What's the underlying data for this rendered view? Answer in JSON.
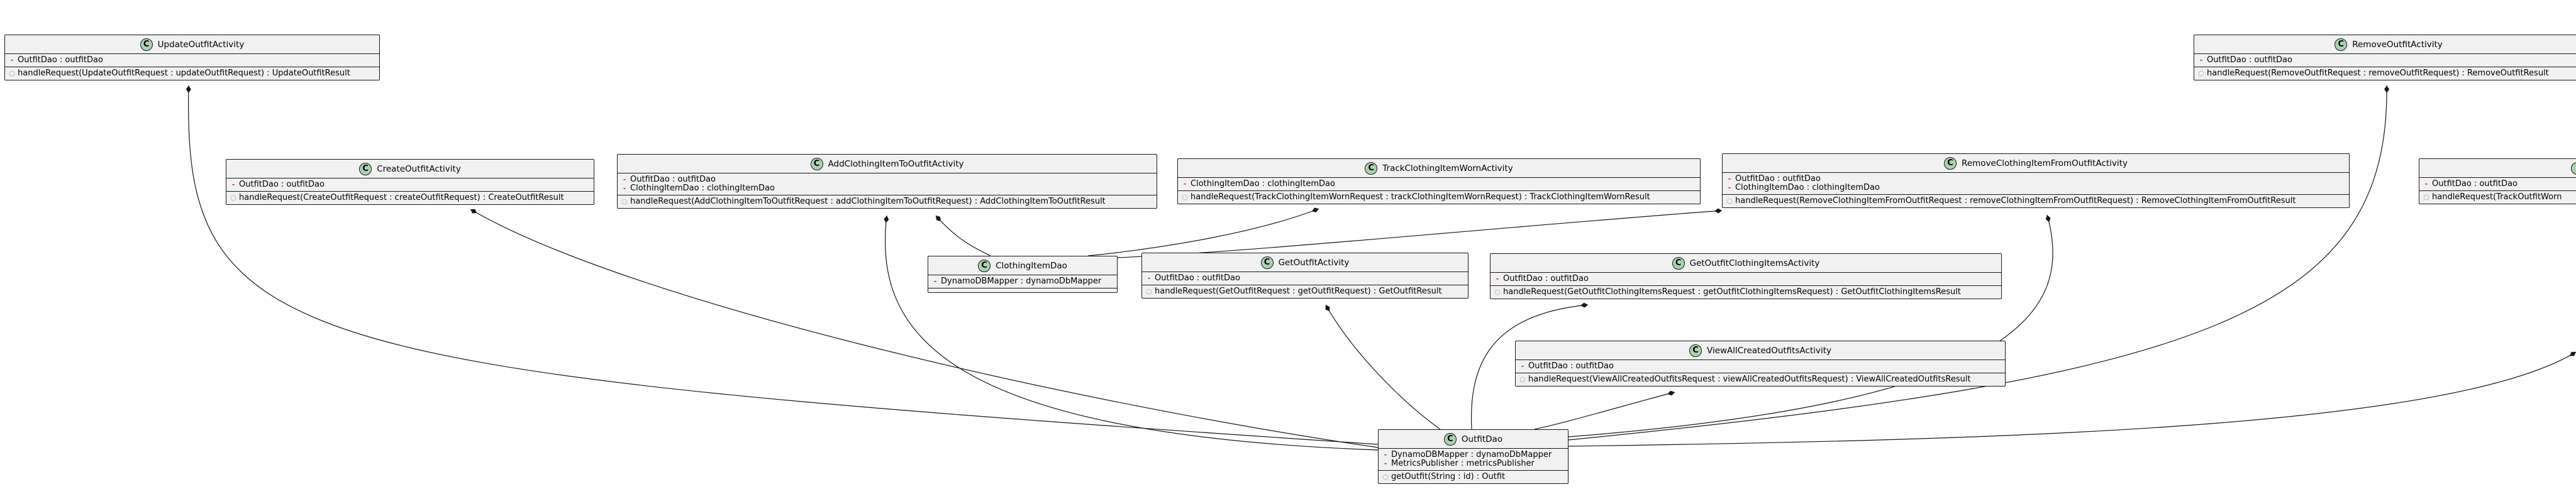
{
  "classes": [
    {
      "id": "update",
      "name": "UpdateOutfitActivity",
      "icon": "C",
      "fields": [
        "OutfitDao : outfitDao"
      ],
      "methods": [
        "handleRequest(UpdateOutfitRequest : updateOutfitRequest) : UpdateOutfitResult"
      ]
    },
    {
      "id": "create",
      "name": "CreateOutfitActivity",
      "icon": "C",
      "fields": [
        "OutfitDao : outfitDao"
      ],
      "methods": [
        "handleRequest(CreateOutfitRequest : createOutfitRequest) : CreateOutfitResult"
      ]
    },
    {
      "id": "add",
      "name": "AddClothingItemToOutfitActivity",
      "icon": "C",
      "fields": [
        "OutfitDao : outfitDao",
        "ClothingItemDao : clothingItemDao"
      ],
      "methods": [
        "handleRequest(AddClothingItemToOutfitRequest : addClothingItemToOutfitRequest) : AddClothingItemToOutfitResult"
      ]
    },
    {
      "id": "track",
      "name": "TrackClothingItemWornActivity",
      "icon": "C",
      "fields": [
        "ClothingItemDao : clothingItemDao"
      ],
      "methods": [
        "handleRequest(TrackClothingItemWornRequest : trackClothingItemWornRequest) : TrackClothingItemWornResult"
      ]
    },
    {
      "id": "removeItem",
      "name": "RemoveClothingItemFromOutfitActivity",
      "icon": "C",
      "fields": [
        "OutfitDao : outfitDao",
        "ClothingItemDao : clothingItemDao"
      ],
      "methods": [
        "handleRequest(RemoveClothingItemFromOutfitRequest : removeClothingItemFromOutfitRequest) : RemoveClothingItemFromOutfitResult"
      ]
    },
    {
      "id": "removeOutfit",
      "name": "RemoveOutfitActivity",
      "icon": "C",
      "fields": [
        "OutfitDao : outfitDao"
      ],
      "methods": [
        "handleRequest(RemoveOutfitRequest : removeOutfitRequest) : RemoveOutfitResult"
      ]
    },
    {
      "id": "trackOutfit",
      "name": "",
      "icon": "",
      "fields": [
        "OutfitDao : outfitDao"
      ],
      "methods": [
        "handleRequest(TrackOutfitWorn"
      ]
    },
    {
      "id": "clothingDao",
      "name": "ClothingItemDao",
      "icon": "C",
      "fields": [
        "DynamoDBMapper : dynamoDbMapper"
      ],
      "methods": []
    },
    {
      "id": "getOutfit",
      "name": "GetOutfitActivity",
      "icon": "C",
      "fields": [
        "OutfitDao : outfitDao"
      ],
      "methods": [
        "handleRequest(GetOutfitRequest : getOutfitRequest) : GetOutfitResult"
      ]
    },
    {
      "id": "getItems",
      "name": "GetOutfitClothingItemsActivity",
      "icon": "C",
      "fields": [
        "OutfitDao : outfitDao"
      ],
      "methods": [
        "handleRequest(GetOutfitClothingItemsRequest : getOutfitClothingItemsRequest) : GetOutfitClothingItemsResult"
      ]
    },
    {
      "id": "viewAll",
      "name": "ViewAllCreatedOutfitsActivity",
      "icon": "C",
      "fields": [
        "OutfitDao : outfitDao"
      ],
      "methods": [
        "handleRequest(ViewAllCreatedOutfitsRequest : viewAllCreatedOutfitsRequest) : ViewAllCreatedOutfitsResult"
      ]
    },
    {
      "id": "outfitDao",
      "name": "OutfitDao",
      "icon": "C",
      "fields": [
        "DynamoDBMapper : dynamoDbMapper",
        "MetricsPublisher : metricsPublisher"
      ],
      "methods": [
        "getOutfit(String : id) : Outfit"
      ]
    }
  ],
  "colors": {
    "class_bg": "#f1f1f1",
    "border": "#181818",
    "class_icon_bg": "#add1b2",
    "private_marker": "#c82930",
    "public_marker": "#84be84"
  },
  "edges": [
    {
      "from": "update",
      "to": "outfitDao",
      "kind": "composition"
    },
    {
      "from": "create",
      "to": "outfitDao",
      "kind": "composition"
    },
    {
      "from": "add",
      "to": "outfitDao",
      "kind": "composition"
    },
    {
      "from": "add",
      "to": "clothingDao",
      "kind": "composition"
    },
    {
      "from": "track",
      "to": "clothingDao",
      "kind": "composition"
    },
    {
      "from": "removeItem",
      "to": "clothingDao",
      "kind": "composition"
    },
    {
      "from": "removeItem",
      "to": "outfitDao",
      "kind": "composition"
    },
    {
      "from": "getOutfit",
      "to": "outfitDao",
      "kind": "composition"
    },
    {
      "from": "getItems",
      "to": "outfitDao",
      "kind": "composition"
    },
    {
      "from": "viewAll",
      "to": "outfitDao",
      "kind": "composition"
    },
    {
      "from": "removeOutfit",
      "to": "outfitDao",
      "kind": "composition"
    },
    {
      "from": "trackOutfit",
      "to": "outfitDao",
      "kind": "composition"
    }
  ]
}
